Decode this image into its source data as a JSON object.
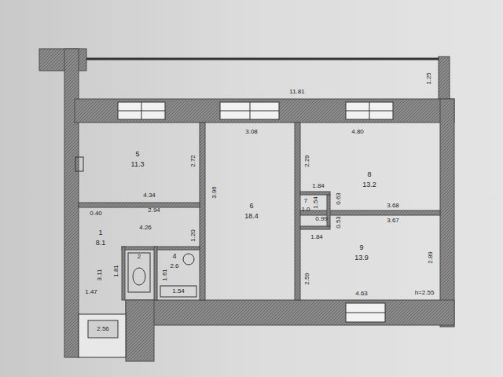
{
  "diagram": {
    "labels": [
      "11.81",
      "1.25",
      "5",
      "11.3",
      "2.72",
      "4.34",
      "2.94",
      "3.08",
      "6",
      "18.4",
      "3.96",
      "1.20",
      "4.80",
      "2.29",
      "8",
      "13.2",
      "1.84",
      "7",
      "1.0",
      "1.54",
      "0.99",
      "0.63",
      "0.53",
      "3.68",
      "3.67",
      "1.84",
      "9",
      "13.9",
      "2.89",
      "2.59",
      "4.63",
      "h=2.55",
      "1",
      "8.1",
      "4.26",
      "3.11",
      "1.81",
      "1.47",
      "2",
      "4",
      "2.6",
      "1.54",
      "1.61",
      "2.56",
      "0.40"
    ]
  }
}
